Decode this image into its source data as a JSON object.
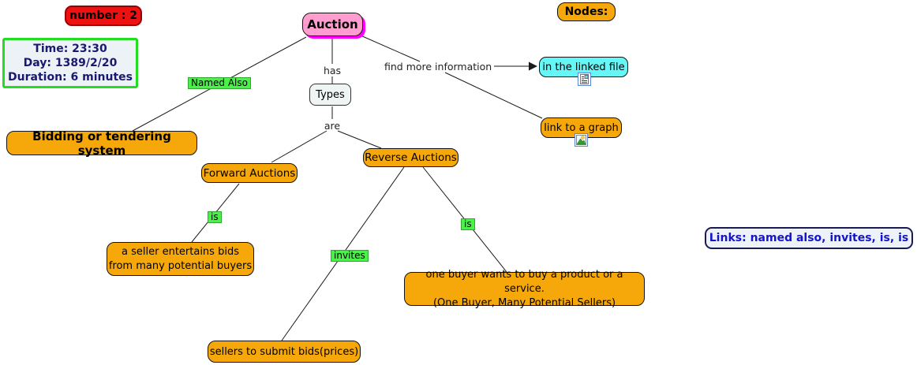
{
  "meta": {
    "number_label": "number : 2",
    "info": {
      "time": "Time: 23:30",
      "day": "Day: 1389/2/20",
      "duration": "Duration: 6 minutes"
    },
    "nodes_heading": "Nodes:",
    "links_summary": "Links: named also, invites, is, is"
  },
  "nodes": {
    "auction": "Auction",
    "types": "Types",
    "linked_file": "in the linked file",
    "link_graph": "link to a graph",
    "bidding": "Bidding or tendering system",
    "forward": "Forward Auctions",
    "reverse": "Reverse Auctions",
    "seller_line1": "a seller entertains bids",
    "seller_line2": "from many potential buyers",
    "buyer_line1": "one buyer wants to buy a product or a service.",
    "buyer_line2": "(One Buyer, Many Potential Sellers)",
    "sellers_submit": "sellers to submit bids(prices)"
  },
  "linking_phrases": {
    "has": "has",
    "are": "are",
    "named_also": "Named Also",
    "is_left": "is",
    "is_right": "is",
    "invites": "invites",
    "find_more": "find more information"
  },
  "icons": {
    "linked_file_icon": "document-resource-icon",
    "graph_icon": "image-resource-icon"
  },
  "colors": {
    "node_orange": "#F6A80B",
    "label_green": "#4BF04B",
    "auction_pink": "#FF9ECE",
    "auction_shadow": "#FF00FF",
    "linked_file_cyan": "#66F6F6",
    "number_red": "#EE1111",
    "info_border_green": "#22DD22",
    "info_text_navy": "#191970",
    "links_text_blue": "#1414CC",
    "connector_black": "#1a1a1a"
  }
}
